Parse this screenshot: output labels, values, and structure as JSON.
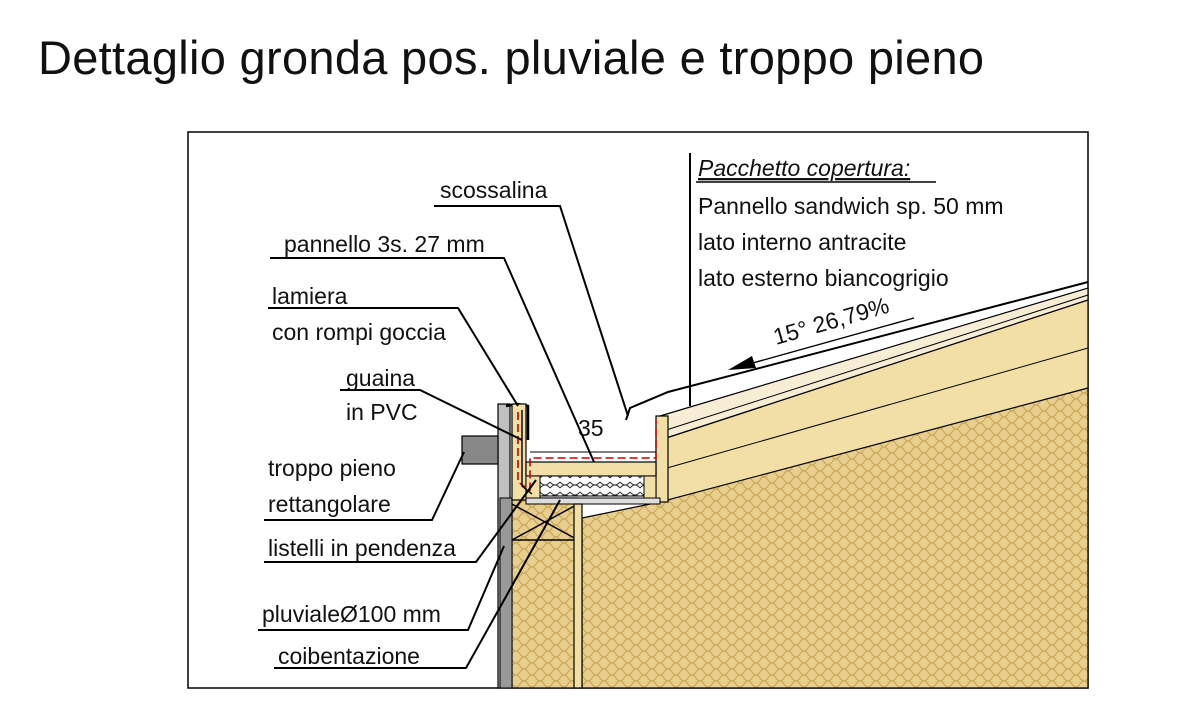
{
  "title": "Dettaglio gronda pos. pluviale e troppo pieno",
  "colors": {
    "insulation_fill": "#e8cf8e",
    "insulation_pattern": "#c9a85a",
    "timber": "#f2dfa6",
    "roof_top": "#f7ecd4",
    "steel": "#c0c0c0",
    "downpipe": "#999999",
    "membrane_red": "#cc0000",
    "line": "#000000"
  },
  "labels": {
    "scossalina": "scossalina",
    "pannello": "pannello 3s. 27 mm",
    "lamiera_1": "lamiera",
    "lamiera_2": "con rompi goccia",
    "guaina_1": "guaina",
    "guaina_2": "in PVC",
    "troppo_1": "troppo pieno",
    "troppo_2": "rettangolare",
    "listelli": "listelli in pendenza",
    "pluviale": "pluvialeØ100 mm",
    "coibentazione": "coibentazione",
    "dimension_35": "35"
  },
  "roof_package": {
    "heading": "Pacchetto copertura:",
    "line1": "Pannello sandwich sp. 50 mm",
    "line2": "lato interno antracite",
    "line3": "lato esterno biancogrigio"
  },
  "slope": {
    "text": "15° 26,79%",
    "angle_deg": 15,
    "percent": 26.79
  }
}
